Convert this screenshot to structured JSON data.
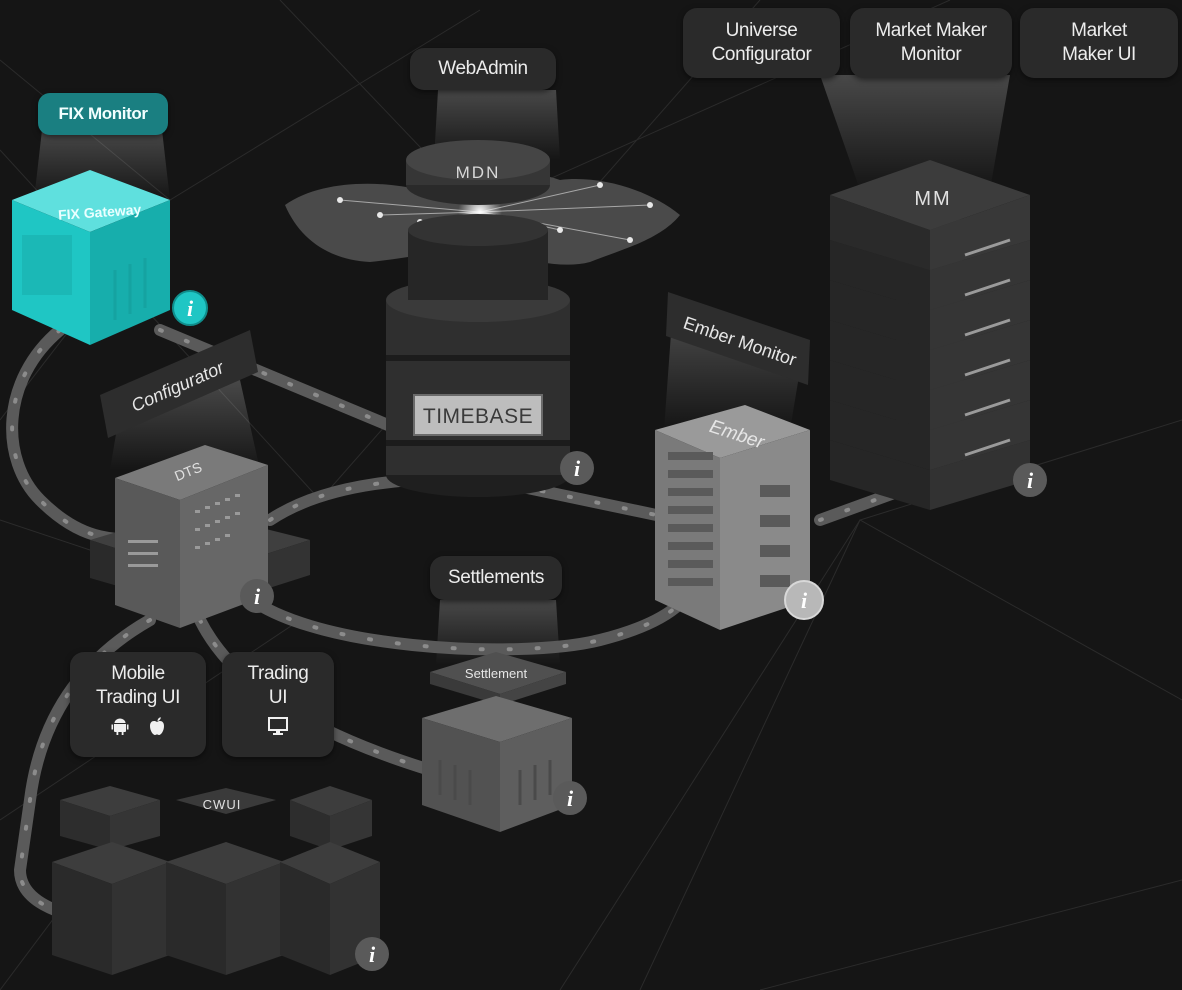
{
  "labels": {
    "universe_configurator": "Universe\nConfigurator",
    "market_maker_monitor": "Market Maker\nMonitor",
    "market_maker_ui": "Market\nMaker UI",
    "webadmin": "WebAdmin",
    "fix_monitor": "FIX Monitor",
    "configurator": "Configurator",
    "ember_monitor": "Ember Monitor",
    "settlements": "Settlements",
    "mobile_trading_ui": "Mobile\nTrading UI",
    "trading_ui": "Trading\nUI"
  },
  "nodes": {
    "fix_gateway": "FIX Gateway",
    "mdn": "MDN",
    "timebase": "TIMEBASE",
    "mm": "MM",
    "ember": "Ember",
    "dts": "DTS",
    "settlement": "Settlement",
    "cwui": "CWUI"
  },
  "info_glyph": "i",
  "icons": [
    "android-icon",
    "apple-icon",
    "desktop-icon",
    "info-icon"
  ],
  "colors": {
    "background": "#151515",
    "teal": "#1fc6c4",
    "panel": "#2a2a2a",
    "server_dark": "#303030",
    "server_grey": "#6a6a6a"
  }
}
